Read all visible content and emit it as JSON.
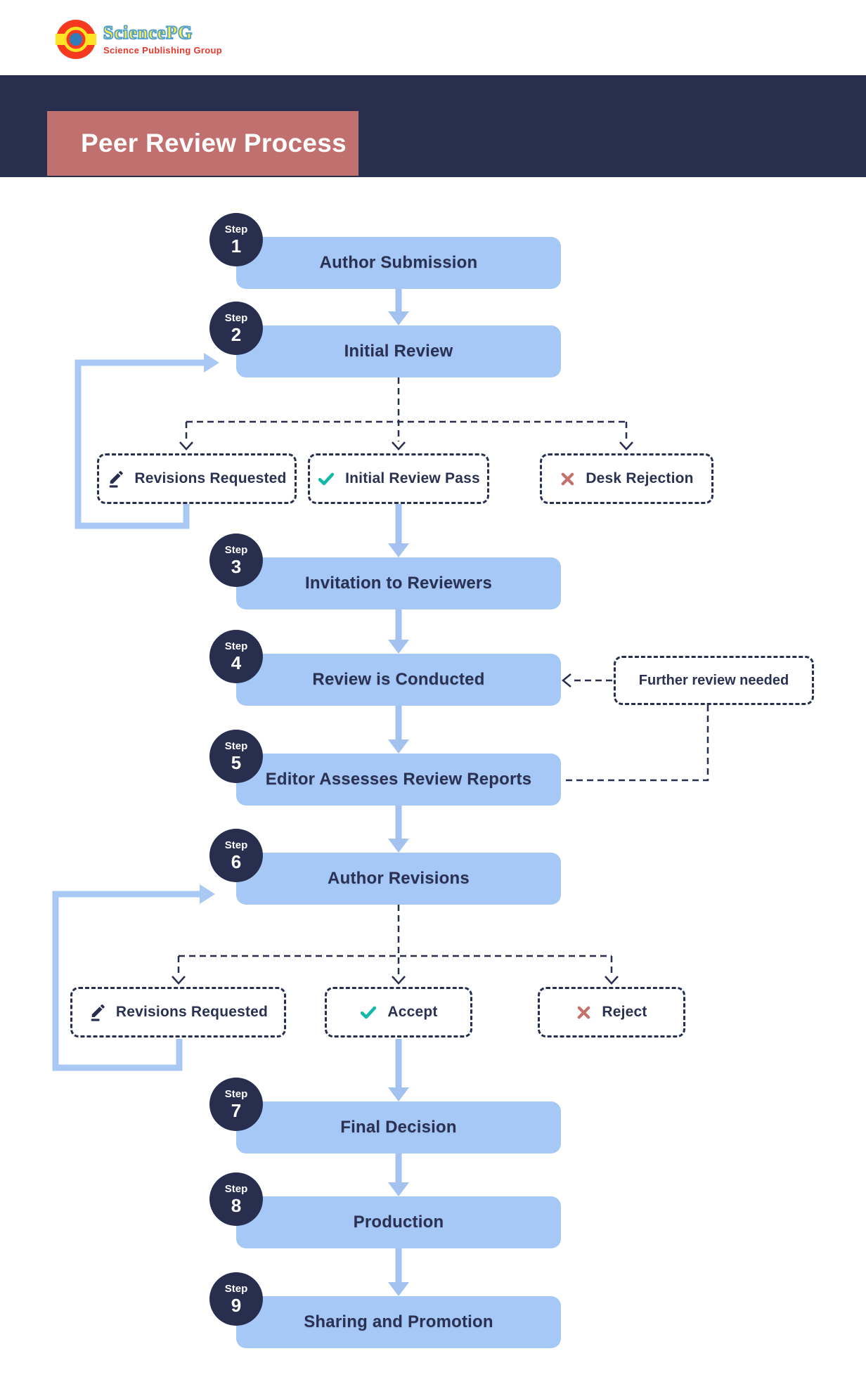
{
  "header": {
    "brand": "SciencePG",
    "tagline": "Science Publishing Group"
  },
  "banner": {
    "title": "Peer Review Process"
  },
  "steps": [
    {
      "label": "Step",
      "number": "1",
      "title": "Author Submission"
    },
    {
      "label": "Step",
      "number": "2",
      "title": "Initial Review"
    },
    {
      "label": "Step",
      "number": "3",
      "title": "Invitation to Reviewers"
    },
    {
      "label": "Step",
      "number": "4",
      "title": "Review is Conducted"
    },
    {
      "label": "Step",
      "number": "5",
      "title": "Editor Assesses Review Reports"
    },
    {
      "label": "Step",
      "number": "6",
      "title": "Author Revisions"
    },
    {
      "label": "Step",
      "number": "7",
      "title": "Final Decision"
    },
    {
      "label": "Step",
      "number": "8",
      "title": "Production"
    },
    {
      "label": "Step",
      "number": "9",
      "title": "Sharing and Promotion"
    }
  ],
  "branch_initial_review": [
    {
      "icon": "pencil-icon",
      "label": "Revisions Requested"
    },
    {
      "icon": "check-icon",
      "label": "Initial Review Pass"
    },
    {
      "icon": "x-icon",
      "label": "Desk Rejection"
    }
  ],
  "branch_author_revisions": [
    {
      "icon": "pencil-icon",
      "label": "Revisions Requested"
    },
    {
      "icon": "check-icon",
      "label": "Accept"
    },
    {
      "icon": "x-icon",
      "label": "Reject"
    }
  ],
  "side_note": {
    "label": "Further review needed"
  },
  "colors": {
    "navy": "#272E4E",
    "box_blue": "#A6C8F6",
    "arrow_blue": "#A3C2EF",
    "loop_blue": "#A9C8F3",
    "title_rose": "#C17070",
    "check_teal": "#13B8A8",
    "x_rose": "#C6706C",
    "brand_yellow": "#FFEB3B",
    "brand_red": "#E8372C",
    "brand_blue": "#2F7CB8"
  }
}
